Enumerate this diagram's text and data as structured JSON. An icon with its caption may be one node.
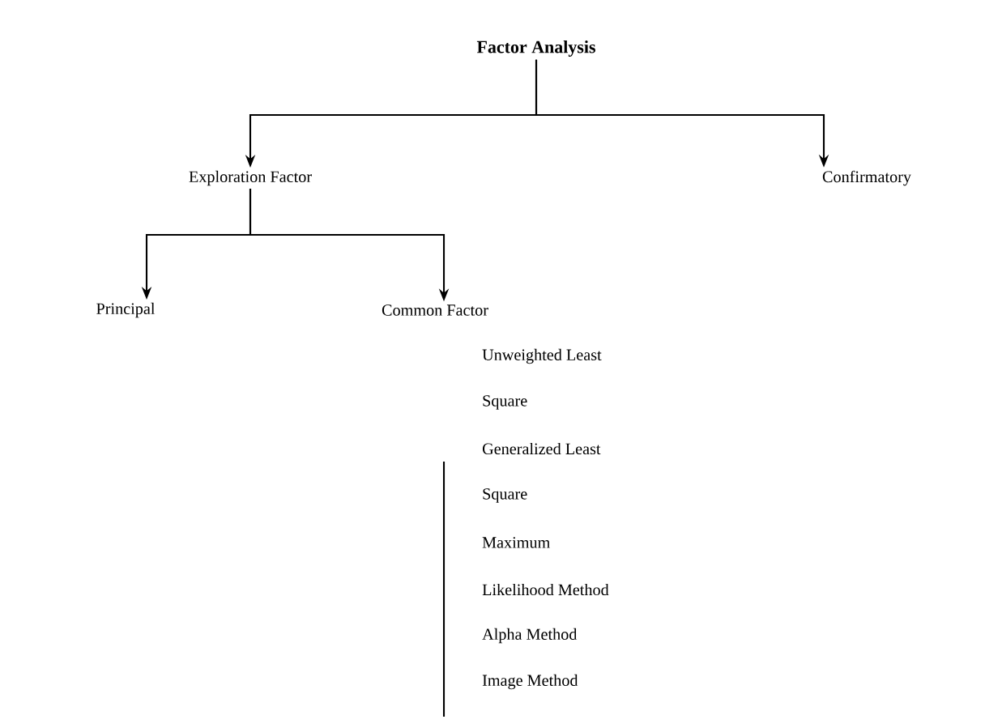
{
  "diagram": {
    "nodes": [
      {
        "text": [
          "Factor Analysis"
        ]
      },
      {
        "text": [
          "Exploration Factor"
        ]
      },
      {
        "text": [
          "Confirmatory"
        ]
      },
      {
        "text": [
          "Principal"
        ]
      },
      {
        "text": [
          "Common Factor"
        ]
      }
    ],
    "edges": [
      {
        "from": 0,
        "to": 1,
        "arrow": "to"
      },
      {
        "from": 0,
        "to": 2,
        "arrow": "to"
      },
      {
        "from": 1,
        "to": 3,
        "arrow": "to"
      },
      {
        "from": 1,
        "to": 4,
        "arrow": "to"
      }
    ],
    "labels": [
      "Unweighted Least",
      "Square",
      "Generalized Least",
      "Square",
      "Maximum",
      "Likelihood Method",
      "Alpha Method",
      "Image Method"
    ]
  }
}
